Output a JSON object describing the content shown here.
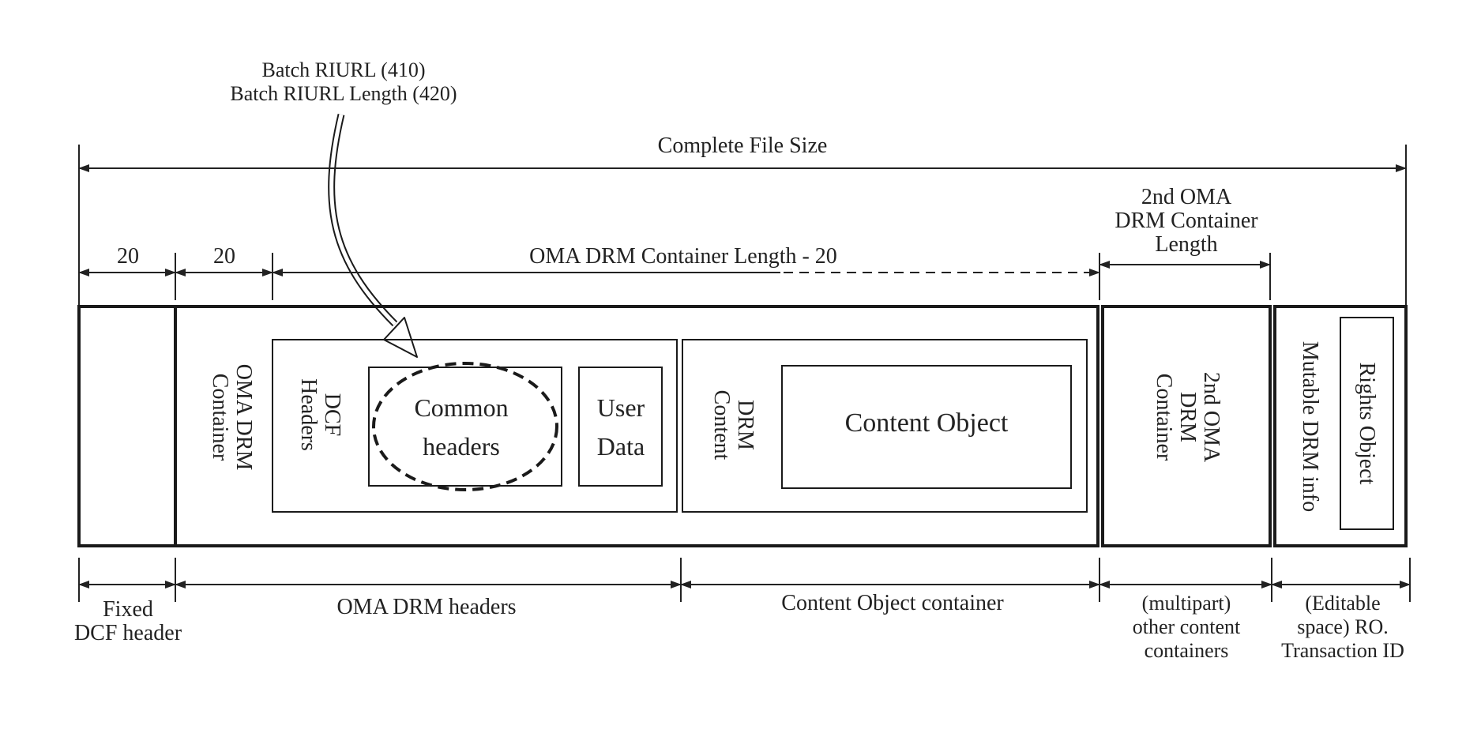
{
  "annotation": {
    "line1": "Batch RIURL (410)",
    "line2": "Batch RIURL Length (420)"
  },
  "dimensions": {
    "complete_file_size": "Complete File Size",
    "fixed_header_length": "20",
    "container_header_length": "20",
    "container_length_minus_20": "OMA DRM Container Length - 20",
    "second_container_length": [
      "2nd OMA",
      "DRM Container",
      "Length"
    ]
  },
  "boxes": {
    "oma_drm_container": [
      "OMA DRM",
      "Container"
    ],
    "dcf_headers": [
      "DCF",
      "Headers"
    ],
    "common_headers": [
      "Common",
      "headers"
    ],
    "user_data": [
      "User",
      "Data"
    ],
    "drm_content": [
      "DRM",
      "Content"
    ],
    "content_object": "Content Object",
    "second_oma_drm_container": [
      "2nd OMA",
      "DRM",
      "Container"
    ],
    "mutable_drm_info": "Mutable DRM info",
    "rights_object": "Rights Object"
  },
  "bottom_labels": {
    "fixed_dcf_header": [
      "Fixed",
      "DCF header"
    ],
    "oma_drm_headers": "OMA DRM headers",
    "content_object_container": "Content Object container",
    "other_content_containers": [
      "(multipart)",
      "other content",
      "containers"
    ],
    "editable_space": [
      "(Editable",
      "space) RO.",
      "Transaction ID"
    ]
  }
}
